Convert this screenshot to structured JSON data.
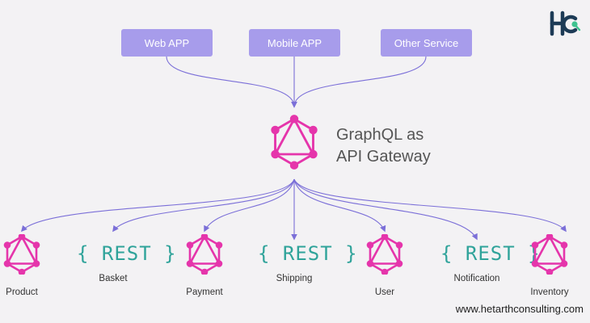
{
  "clients": [
    {
      "label": "Web APP"
    },
    {
      "label": "Mobile APP"
    },
    {
      "label": "Other Service"
    }
  ],
  "gateway": {
    "line1": "GraphQL as",
    "line2": "API Gateway"
  },
  "services": [
    {
      "label": "Product",
      "kind": "graphql"
    },
    {
      "label": "Basket",
      "kind": "rest",
      "badge": "{ REST }"
    },
    {
      "label": "Payment",
      "kind": "graphql"
    },
    {
      "label": "Shipping",
      "kind": "rest",
      "badge": "{ REST }"
    },
    {
      "label": "User",
      "kind": "graphql"
    },
    {
      "label": "Notification",
      "kind": "rest",
      "badge": "{ REST }"
    },
    {
      "label": "Inventory",
      "kind": "graphql"
    }
  ],
  "logo": {
    "text": "HC"
  },
  "footer": {
    "url": "www.hetarthconsulting.com"
  },
  "colors": {
    "client_box": "#a79ceb",
    "arrow": "#7b6fd8",
    "graphql": "#e535ab",
    "rest": "#2fa39a"
  }
}
